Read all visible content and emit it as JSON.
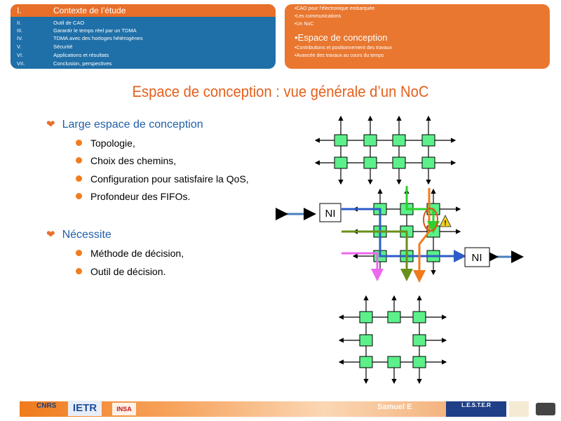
{
  "toc": {
    "items": [
      {
        "num": "I.",
        "label": "Contexte de l’étude"
      },
      {
        "num": "II.",
        "label": "Outil de CAO"
      },
      {
        "num": "III.",
        "label": "Garantir le temps réel par un TDMA"
      },
      {
        "num": "IV.",
        "label": "TDMA avec des horloges hétérogènes"
      },
      {
        "num": "V.",
        "label": "Sécurité"
      },
      {
        "num": "VI.",
        "label": "Applications et résultats"
      },
      {
        "num": "VII.",
        "label": "Conclusion, perspectives"
      }
    ]
  },
  "section": {
    "sub_before": [
      "•CAO pour l’électronique embarquée",
      "•Les communications",
      "•Un NoC"
    ],
    "current": "•Espace de conception",
    "sub_after": [
      "•Contributions et positionnement des travaux",
      "•Avancée des travaux au cours du temps"
    ]
  },
  "slide": {
    "title": "Espace de conception : vue générale d’un NoC",
    "bullet_1": "Large espace de conception",
    "sub_1": [
      "Topologie,",
      "Choix des chemins,",
      "Configuration pour satisfaire la QoS,",
      "Profondeur des FIFOs."
    ],
    "bullet_2": "Nécessite",
    "sub_2": [
      "Méthode de décision,",
      "Outil de décision."
    ]
  },
  "diagram": {
    "ni_left": "NI",
    "ni_right": "NI",
    "warning_symbol": "!"
  },
  "footer": {
    "author": "Samuel E",
    "logo_cnrs": "CNRS",
    "logo_ietr": "IETR",
    "logo_insa": "INSA",
    "logo_lester": "L.E.S.T.E.R"
  },
  "colors": {
    "toc_blue": "#1f6fa8",
    "accent_orange": "#e86f2a",
    "title_orange": "#e4601d",
    "bullet_blue": "#1f5fa8",
    "router_green": "#5cf08a"
  }
}
